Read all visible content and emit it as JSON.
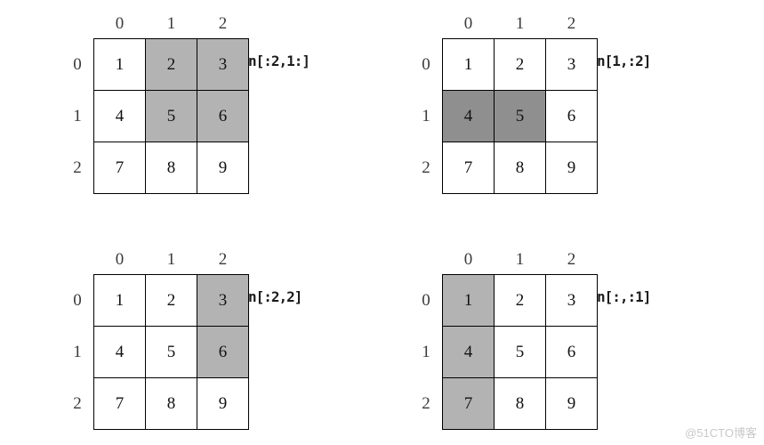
{
  "figures": [
    {
      "label": "n[:2,1:]",
      "col_headers": [
        "0",
        "1",
        "2"
      ],
      "row_headers": [
        "0",
        "1",
        "2"
      ],
      "cells": [
        [
          "1",
          "2",
          "3"
        ],
        [
          "4",
          "5",
          "6"
        ],
        [
          "7",
          "8",
          "9"
        ]
      ],
      "highlighted": [
        [
          0,
          1
        ],
        [
          0,
          2
        ],
        [
          1,
          1
        ],
        [
          1,
          2
        ]
      ],
      "highlight_color": "#b3b3b3"
    },
    {
      "label": "n[1,:2]",
      "col_headers": [
        "0",
        "1",
        "2"
      ],
      "row_headers": [
        "0",
        "1",
        "2"
      ],
      "cells": [
        [
          "1",
          "2",
          "3"
        ],
        [
          "4",
          "5",
          "6"
        ],
        [
          "7",
          "8",
          "9"
        ]
      ],
      "highlighted": [
        [
          1,
          0
        ],
        [
          1,
          1
        ]
      ],
      "highlight_color": "#8f8f8f"
    },
    {
      "label": "n[:2,2]",
      "col_headers": [
        "0",
        "1",
        "2"
      ],
      "row_headers": [
        "0",
        "1",
        "2"
      ],
      "cells": [
        [
          "1",
          "2",
          "3"
        ],
        [
          "4",
          "5",
          "6"
        ],
        [
          "7",
          "8",
          "9"
        ]
      ],
      "highlighted": [
        [
          0,
          2
        ],
        [
          1,
          2
        ]
      ],
      "highlight_color": "#b3b3b3"
    },
    {
      "label": "n[:,:1]",
      "col_headers": [
        "0",
        "1",
        "2"
      ],
      "row_headers": [
        "0",
        "1",
        "2"
      ],
      "cells": [
        [
          "1",
          "2",
          "3"
        ],
        [
          "4",
          "5",
          "6"
        ],
        [
          "7",
          "8",
          "9"
        ]
      ],
      "highlighted": [
        [
          0,
          0
        ],
        [
          1,
          0
        ],
        [
          2,
          0
        ]
      ],
      "highlight_color": "#b3b3b3"
    }
  ],
  "watermark": "@51CTO博客"
}
